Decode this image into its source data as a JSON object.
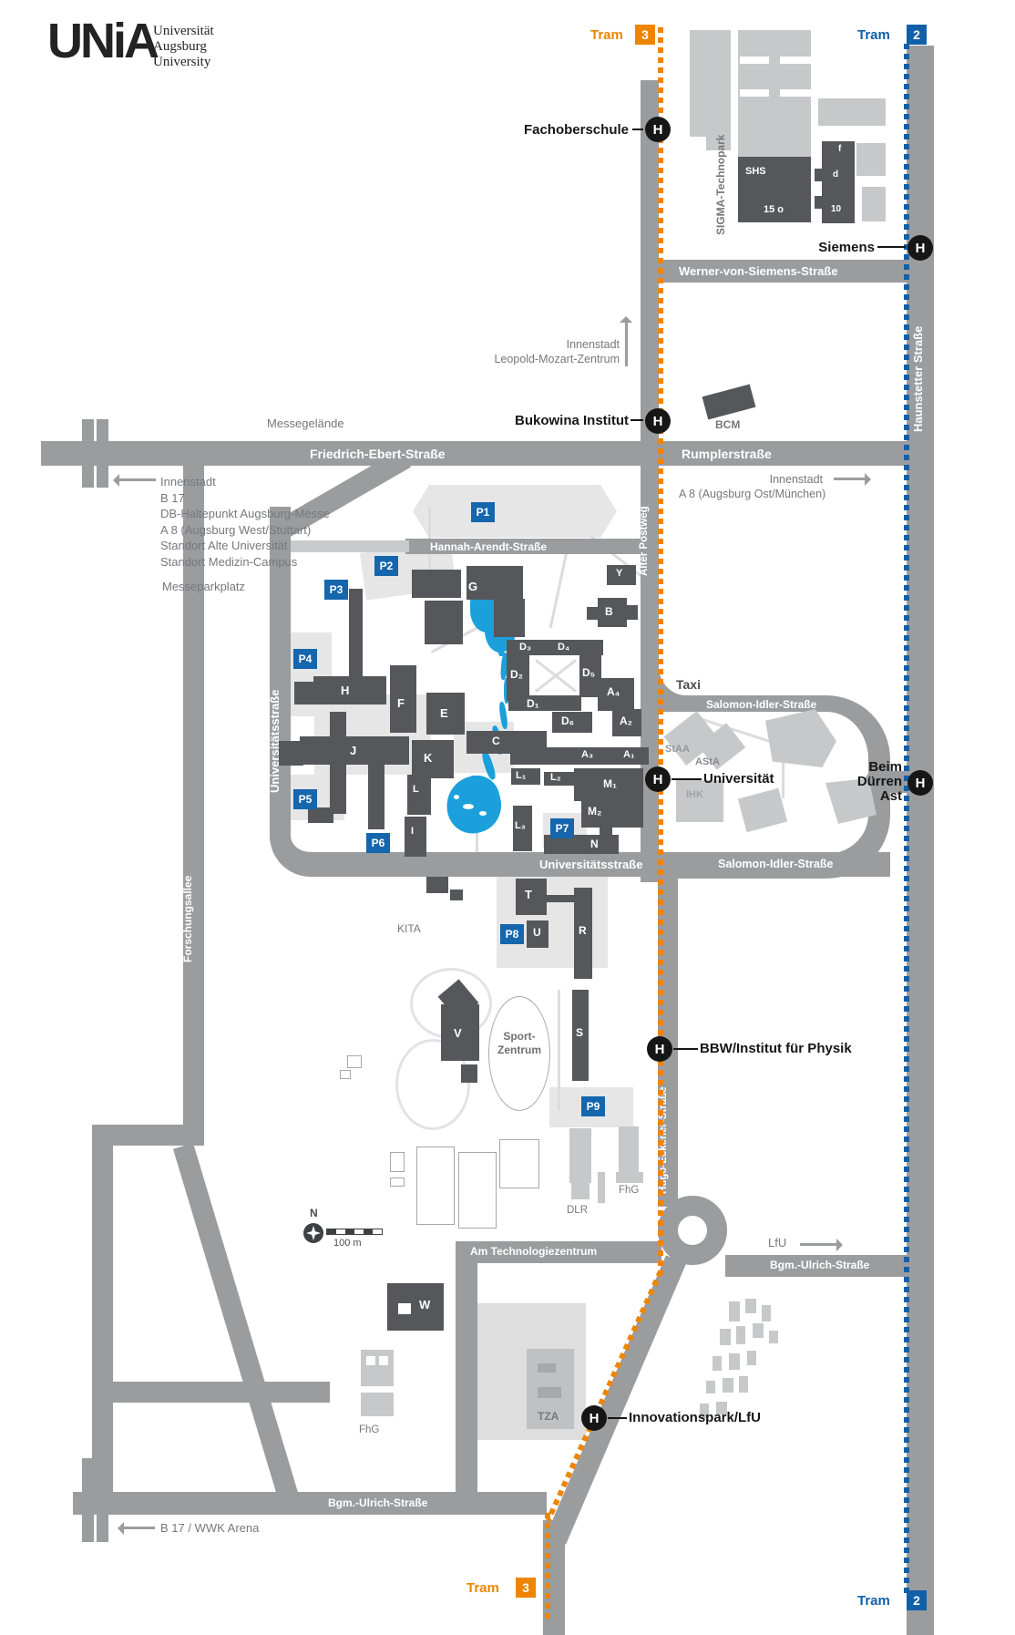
{
  "logo": {
    "mark": "UNiA",
    "line1": "Universität",
    "line2": "Augsburg",
    "line3": "University"
  },
  "tram": {
    "word": "Tram",
    "line3": "3",
    "line2": "2"
  },
  "stops": {
    "h": "H",
    "fachoberschule": "Fachoberschule",
    "siemens": "Siemens",
    "bukowina": "Bukowina Institut",
    "universitaet": "Universität",
    "beim1": "Beim",
    "beim2": "Dürren",
    "beim3": "Ast",
    "bbw": "BBW/Institut für Physik",
    "innovationspark": "Innovationspark/LfU"
  },
  "streets": {
    "werner": "Werner-von-Siemens-Straße",
    "friedrich": "Friedrich-Ebert-Straße",
    "rumpler": "Rumplerstraße",
    "hannah": "Hannah-Arendt-Straße",
    "uni_v": "Universitätsstraße",
    "uni_h": "Universitätsstraße",
    "salomon_o": "Salomon-Idler-Straße",
    "salomon_u": "Salomon-Idler-Straße",
    "alter": "Alter Postweg",
    "haunstetter": "Haunstetter Straße",
    "hugo": "Hugo-Eckener-Straße",
    "amtech": "Am Technologiezentrum",
    "bgm_o": "Bgm.-Ulrich-Straße",
    "bgm_u": "Bgm.-Ulrich-Straße",
    "forschung": "Forschungsallee"
  },
  "directions": {
    "innenstadt_top": "Innenstadt",
    "leopold": "Leopold-Mozart-Zentrum",
    "west_block": [
      "Innenstadt",
      "B 17",
      "DB-Haltepunkt Augsburg-Messe",
      "A 8 (Augsburg West/Stuttart)",
      "Standort Alte Universität",
      "Standort Medizin-Campus"
    ],
    "east1": "Innenstadt",
    "east2": "A 8 (Augsburg Ost/München)",
    "b17": "B 17 / WWK Arena",
    "lfu": "LfU"
  },
  "areas": {
    "messegelaende": "Messegelände",
    "messeparkplatz": "Messeparkplatz",
    "sigma": "SIGMA-Technopark",
    "bcm": "BCM",
    "staa": "StAA",
    "asta": "AStA",
    "ihk": "IHK",
    "kita": "KITA",
    "taxi": "Taxi",
    "sport1": "Sport-",
    "sport2": "Zentrum",
    "dlr": "DLR",
    "fhg_top": "FhG",
    "fhg_bottom": "FhG",
    "tza": "TZA"
  },
  "buildings": {
    "h": "H",
    "f": "F",
    "e": "E",
    "g": "G",
    "j": "J",
    "k": "K",
    "l": "L",
    "i": "I",
    "y": "Y",
    "b": "B",
    "c": "C",
    "d1": "D₁",
    "d2": "D₂",
    "d3": "D₃",
    "d4": "D₄",
    "d5": "D₅",
    "d6": "D₆",
    "a1": "A₁",
    "a2": "A₂",
    "a3": "A₃",
    "a4": "A₄",
    "l1": "L₁",
    "l2": "L₂",
    "l3": "L₃",
    "m1": "M₁",
    "m2": "M₂",
    "n": "N",
    "t": "T",
    "u": "U",
    "r": "R",
    "s": "S",
    "v": "V",
    "w": "W",
    "shs": "SHS",
    "fifteen": "15 o",
    "f_small": "f",
    "d_small": "d",
    "ten": "10"
  },
  "parking": {
    "p1": "P1",
    "p2": "P2",
    "p3": "P3",
    "p4": "P4",
    "p5": "P5",
    "p6": "P6",
    "p7": "P7",
    "p8": "P8",
    "p9": "P9"
  },
  "compass": {
    "n": "N",
    "scale": "100 m"
  },
  "colors": {
    "road": "#9b9c9e",
    "building": "#56575b",
    "light_building": "#c7c8ca",
    "parking_blue": "#1566ad",
    "tram3_orange": "#ee8500",
    "tram2_blue": "#1160a8",
    "lake_blue": "#1ba0dc"
  }
}
